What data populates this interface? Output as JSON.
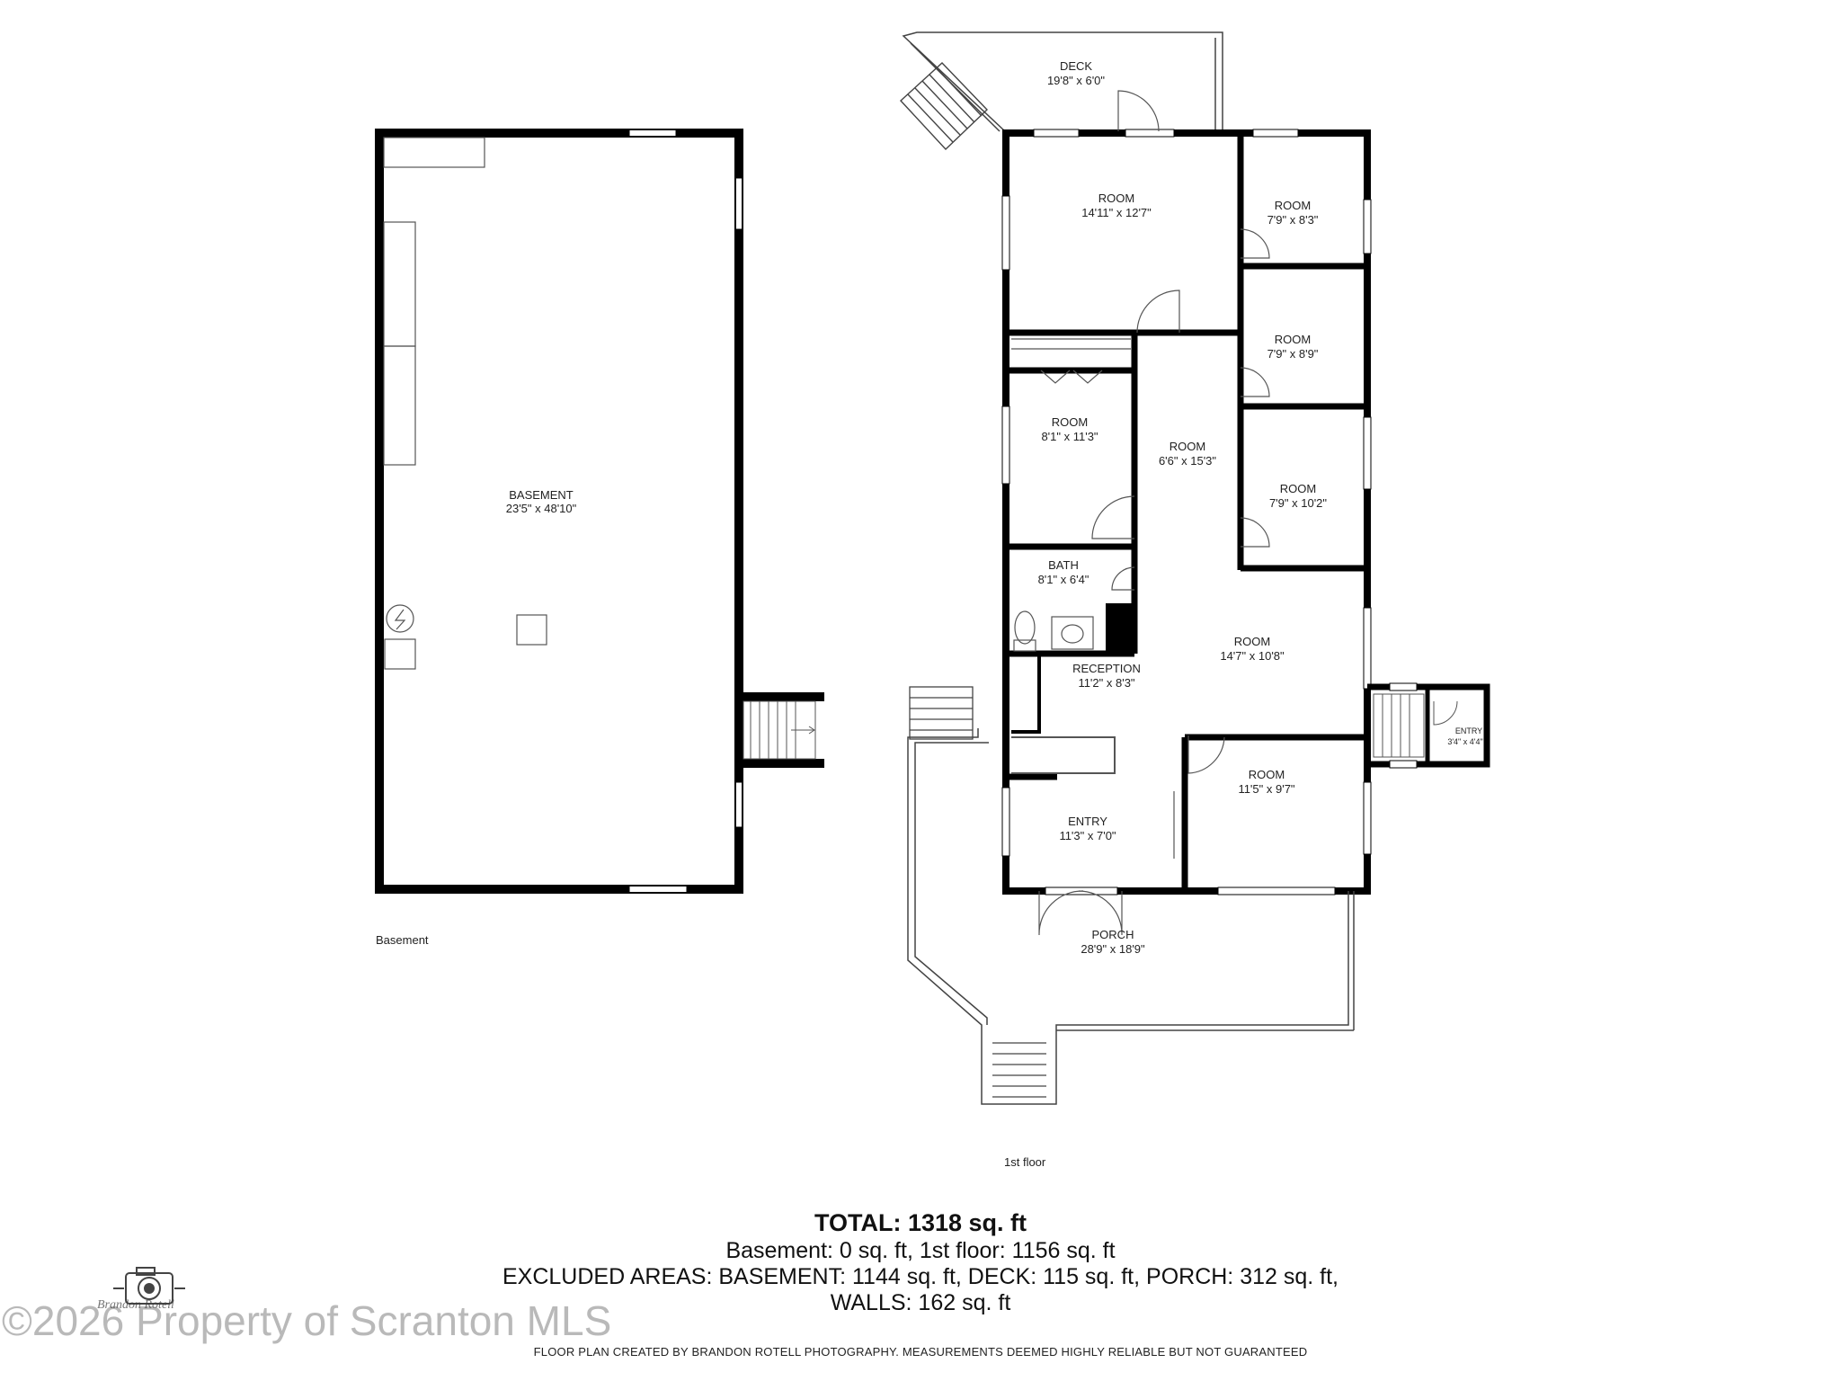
{
  "plan": {
    "basement": {
      "room_label": "BASEMENT",
      "room_dims": "23'5\" x 48'10\"",
      "floor_caption": "Basement"
    },
    "first_floor": {
      "floor_caption": "1st floor",
      "rooms": [
        {
          "label": "DECK",
          "dims": "19'8\" x 6'0\""
        },
        {
          "label": "ROOM",
          "dims": "14'11\" x 12'7\""
        },
        {
          "label": "ROOM",
          "dims": "7'9\" x 8'3\""
        },
        {
          "label": "ROOM",
          "dims": "7'9\" x 8'9\""
        },
        {
          "label": "ROOM",
          "dims": "8'1\" x 11'3\""
        },
        {
          "label": "ROOM",
          "dims": "6'6\" x 15'3\""
        },
        {
          "label": "ROOM",
          "dims": "7'9\" x 10'2\""
        },
        {
          "label": "BATH",
          "dims": "8'1\" x 6'4\""
        },
        {
          "label": "ROOM",
          "dims": "14'7\" x 10'8\""
        },
        {
          "label": "RECEPTION",
          "dims": "11'2\" x 8'3\""
        },
        {
          "label": "ENTRY",
          "dims": "3'4\" x 4'4\""
        },
        {
          "label": "ROOM",
          "dims": "11'5\" x 9'7\""
        },
        {
          "label": "ENTRY",
          "dims": "11'3\" x 7'0\""
        },
        {
          "label": "PORCH",
          "dims": "28'9\" x 18'9\""
        }
      ]
    }
  },
  "summary": {
    "total_label": "TOTAL:",
    "total_value": "1318 sq. ft",
    "line1": "Basement: 0 sq. ft, 1st floor: 1156 sq. ft",
    "line2": "EXCLUDED AREAS: BASEMENT: 1144 sq. ft, DECK: 115 sq. ft, PORCH: 312 sq. ft,",
    "line3": "WALLS: 162 sq. ft"
  },
  "credit": "FLOOR PLAN CREATED BY BRANDON ROTELL PHOTOGRAPHY. MEASUREMENTS DEEMED HIGHLY RELIABLE BUT NOT GUARANTEED",
  "watermark": "©2026 Property of Scranton MLS",
  "logo_signature": "Brandon Rotell",
  "icons": [
    "camera-logo-icon",
    "door-swing-icon",
    "stairs-icon",
    "water-heater-icon",
    "sink-icon",
    "toilet-icon"
  ]
}
